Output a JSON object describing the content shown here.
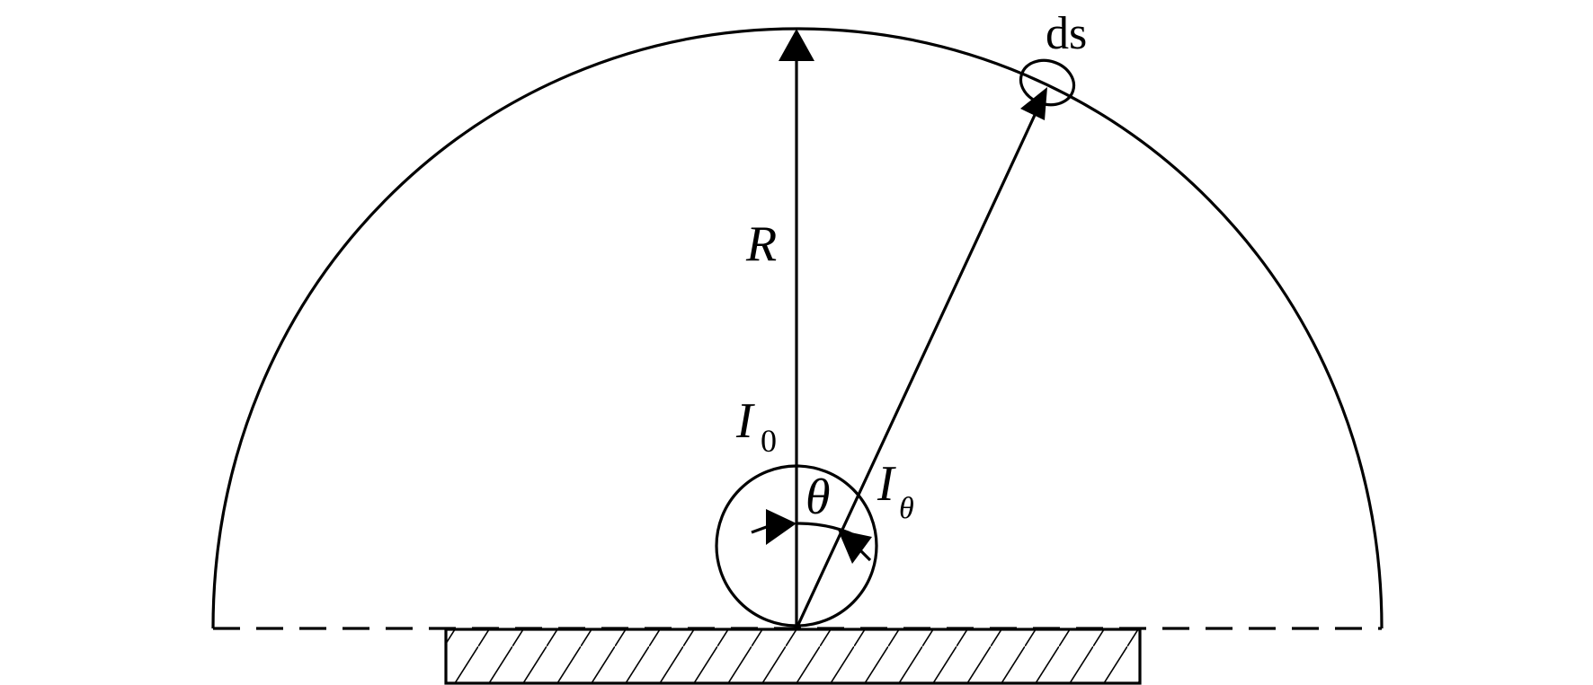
{
  "labels": {
    "radius": "R",
    "surface_element": "ds",
    "intensity_normal_symbol": "I",
    "intensity_normal_subscript": "0",
    "angle": "θ",
    "intensity_angle_symbol": "I",
    "intensity_angle_subscript": "θ"
  },
  "colors": {
    "line": "#000000",
    "background": "#ffffff"
  }
}
